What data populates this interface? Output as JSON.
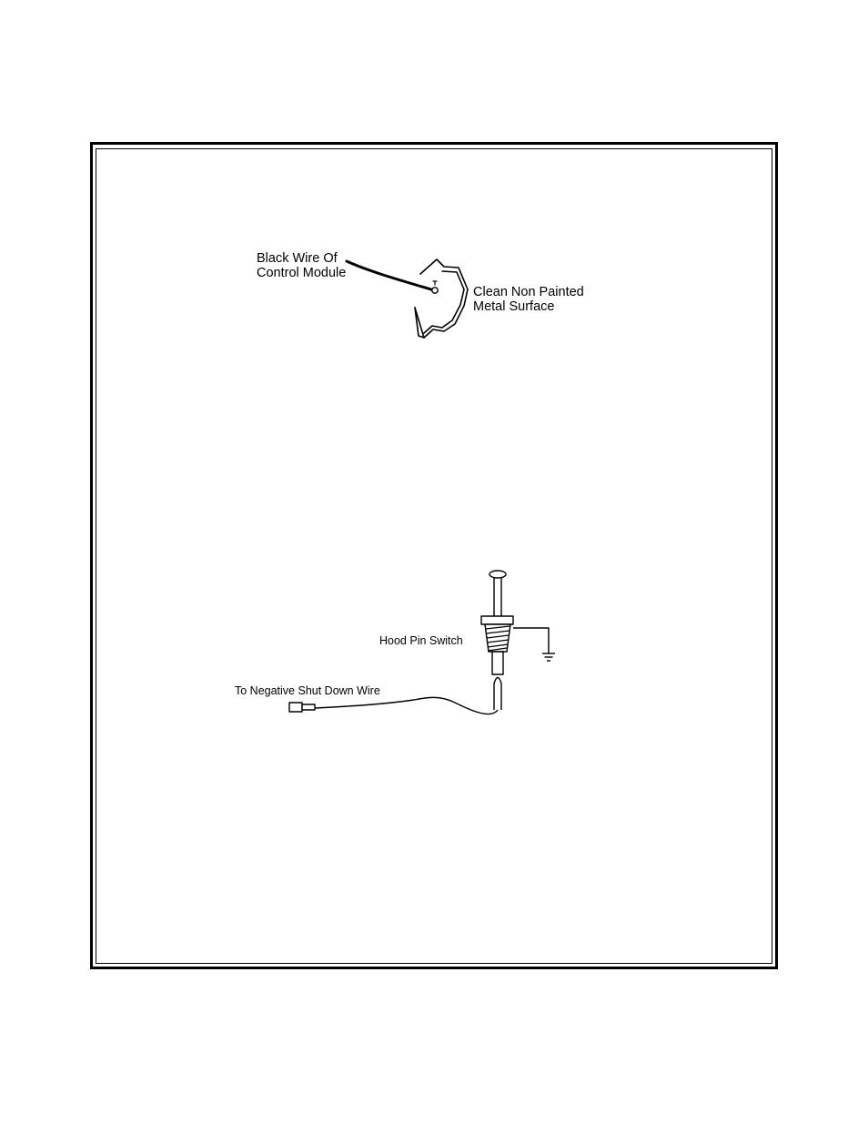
{
  "ground_diagram": {
    "wire_label_line1": "Black Wire Of",
    "wire_label_line2": "Control Module",
    "surface_label_line1": "Clean Non Painted",
    "surface_label_line2": "Metal Surface"
  },
  "hood_pin_diagram": {
    "switch_label": "Hood Pin Switch",
    "wire_label": "To Negative Shut Down Wire"
  }
}
